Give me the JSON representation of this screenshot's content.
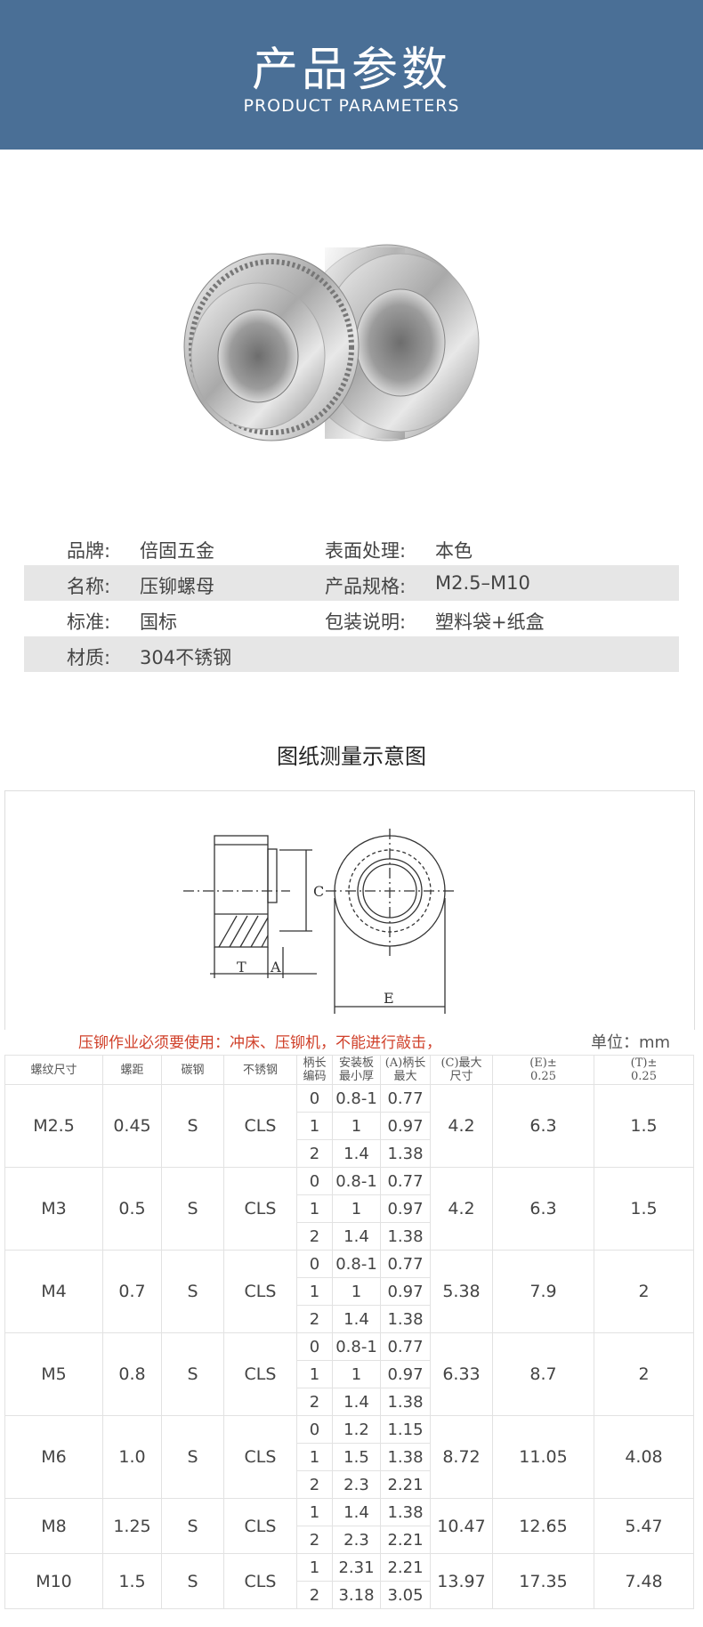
{
  "header": {
    "title": "产品参数",
    "subtitle": "PRODUCT PARAMETERS"
  },
  "specs": [
    {
      "label1": "品牌:",
      "value1": "倍固五金",
      "label2": "表面处理:",
      "value2": "本色"
    },
    {
      "label1": "名称:",
      "value1": "压铆螺母",
      "label2": "产品规格:",
      "value2": "M2.5–M10"
    },
    {
      "label1": "标准:",
      "value1": "国标",
      "label2": "包装说明:",
      "value2": "塑料袋+纸盒"
    },
    {
      "label1": "材质:",
      "value1": "304不锈钢",
      "label2": "",
      "value2": ""
    }
  ],
  "drawing": {
    "title": "图纸测量示意图",
    "labels": {
      "c": "C",
      "t": "T",
      "a": "A",
      "e": "E"
    }
  },
  "notice": "压铆作业必须要使用：冲床、压铆机，不能进行敲击，",
  "unit": "单位：mm",
  "table": {
    "headers": [
      "螺纹尺寸",
      "螺距",
      "碳钢",
      "不锈钢",
      "柄长\n编码",
      "安装板\n最小厚",
      "(A)柄长\n最大",
      "(C)最大\n尺寸",
      "(E)±\n0.25",
      "(T)±\n0.25"
    ],
    "rows": [
      {
        "size": "M2.5",
        "pitch": "0.45",
        "carbon": "S",
        "stainless": "CLS",
        "subs": [
          [
            "0",
            "0.8-1",
            "0.77"
          ],
          [
            "1",
            "1",
            "0.97"
          ],
          [
            "2",
            "1.4",
            "1.38"
          ]
        ],
        "c": "4.2",
        "e": "6.3",
        "t": "1.5"
      },
      {
        "size": "M3",
        "pitch": "0.5",
        "carbon": "S",
        "stainless": "CLS",
        "subs": [
          [
            "0",
            "0.8-1",
            "0.77"
          ],
          [
            "1",
            "1",
            "0.97"
          ],
          [
            "2",
            "1.4",
            "1.38"
          ]
        ],
        "c": "4.2",
        "e": "6.3",
        "t": "1.5"
      },
      {
        "size": "M4",
        "pitch": "0.7",
        "carbon": "S",
        "stainless": "CLS",
        "subs": [
          [
            "0",
            "0.8-1",
            "0.77"
          ],
          [
            "1",
            "1",
            "0.97"
          ],
          [
            "2",
            "1.4",
            "1.38"
          ]
        ],
        "c": "5.38",
        "e": "7.9",
        "t": "2"
      },
      {
        "size": "M5",
        "pitch": "0.8",
        "carbon": "S",
        "stainless": "CLS",
        "subs": [
          [
            "0",
            "0.8-1",
            "0.77"
          ],
          [
            "1",
            "1",
            "0.97"
          ],
          [
            "2",
            "1.4",
            "1.38"
          ]
        ],
        "c": "6.33",
        "e": "8.7",
        "t": "2"
      },
      {
        "size": "M6",
        "pitch": "1.0",
        "carbon": "S",
        "stainless": "CLS",
        "subs": [
          [
            "0",
            "1.2",
            "1.15"
          ],
          [
            "1",
            "1.5",
            "1.38"
          ],
          [
            "2",
            "2.3",
            "2.21"
          ]
        ],
        "c": "8.72",
        "e": "11.05",
        "t": "4.08"
      },
      {
        "size": "M8",
        "pitch": "1.25",
        "carbon": "S",
        "stainless": "CLS",
        "subs": [
          [
            "1",
            "1.4",
            "1.38"
          ],
          [
            "2",
            "2.3",
            "2.21"
          ]
        ],
        "c": "10.47",
        "e": "12.65",
        "t": "5.47"
      },
      {
        "size": "M10",
        "pitch": "1.5",
        "carbon": "S",
        "stainless": "CLS",
        "subs": [
          [
            "1",
            "2.31",
            "2.21"
          ],
          [
            "2",
            "3.18",
            "3.05"
          ]
        ],
        "c": "13.97",
        "e": "17.35",
        "t": "7.48"
      }
    ]
  }
}
